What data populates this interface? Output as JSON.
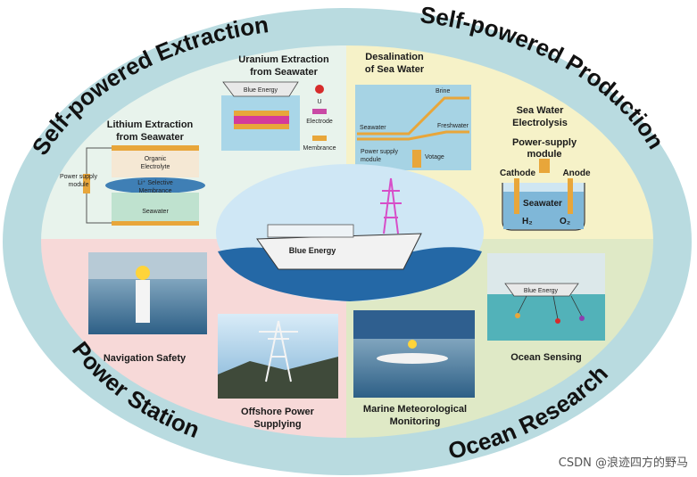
{
  "ring": {
    "top_left": "Self-powered Extraction",
    "top_right": "Self-powered Production",
    "bottom_left": "Power Station",
    "bottom_right": "Ocean Research"
  },
  "quadrants": {
    "extraction": {
      "lithium_title_1": "Lithium Extraction",
      "lithium_title_2": "from Seawater",
      "lithium_labels": {
        "organic_1": "Organic",
        "organic_2": "Electrolyte",
        "membrane_1": "Li⁺ Selective",
        "membrane_2": "Membrance",
        "seawater": "Seawater",
        "power_1": "Power supply",
        "power_2": "module"
      },
      "uranium_title_1": "Uranium Extraction",
      "uranium_title_2": "from Seawater",
      "uranium_labels": {
        "boat": "Blue Energy",
        "u": "U",
        "electrode": "Electrode",
        "membrance": "Membrance"
      }
    },
    "production": {
      "desal_title_1": "Desalination",
      "desal_title_2": "of Sea Water",
      "desal_labels": {
        "seawater": "Seawater",
        "brine": "Brine",
        "freshwater": "Freshwater",
        "power_1": "Power supply",
        "power_2": "module",
        "voltage": "Votage"
      },
      "electro_title_1": "Sea Water",
      "electro_title_2": "Electrolysis",
      "electro_labels": {
        "power_1": "Power-supply",
        "power_2": "module",
        "cathode": "Cathode",
        "anode": "Anode",
        "seawater": "Seawater",
        "h2": "H₂",
        "o2": "O₂"
      }
    },
    "power": {
      "navigation": "Navigation Safety",
      "offshore_1": "Offshore Power",
      "offshore_2": "Supplying"
    },
    "ocean": {
      "sensing": "Ocean Sensing",
      "marine_1": "Marine Meteorological",
      "marine_2": "Monitoring",
      "boat": "Blue Energy"
    }
  },
  "center": {
    "boat": "Blue Energy"
  },
  "watermark": "CSDN @浪迹四方的野马",
  "colors": {
    "ring": "#b9dbe0",
    "extraction_bg": "#e8f3ec",
    "production_bg": "#f6f2c8",
    "power_bg": "#f7d9d8",
    "ocean_bg": "#dfe9c6"
  }
}
